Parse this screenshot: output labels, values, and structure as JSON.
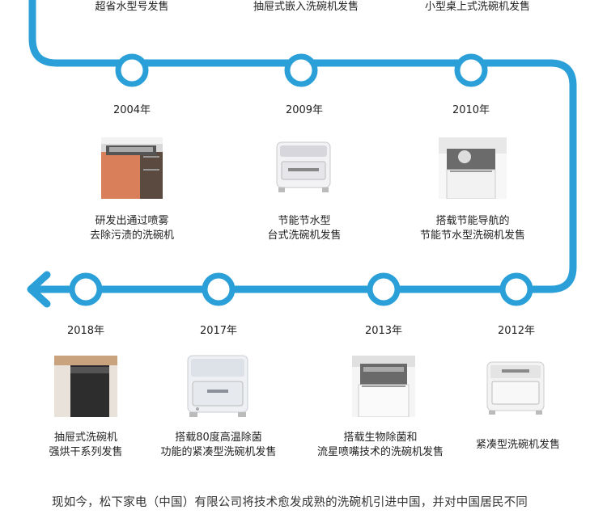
{
  "top_captions": [
    "超省水型号发售",
    "抽屉式嵌入洗碗机发售",
    "小型桌上式洗碗机发售"
  ],
  "row1": [
    {
      "year": "2004年",
      "caption": [
        "研发出通过喷雾",
        "去除污渍的洗碗机"
      ]
    },
    {
      "year": "2009年",
      "caption": [
        "节能节水型",
        "台式洗碗机发售"
      ]
    },
    {
      "year": "2010年",
      "caption": [
        "搭载节能导航的",
        "节能节水型洗碗机发售"
      ]
    }
  ],
  "row2": [
    {
      "year": "2018年",
      "caption": [
        "抽屉式洗碗机",
        "强烘干系列发售"
      ]
    },
    {
      "year": "2017年",
      "caption": [
        "搭载80度高温除菌",
        "功能的紧凑型洗碗机发售"
      ]
    },
    {
      "year": "2013年",
      "caption": [
        "搭载生物除菌和",
        "流星喷嘴技术的洗碗机发售"
      ]
    },
    {
      "year": "2012年",
      "caption": [
        "紧凑型洗碗机发售"
      ]
    }
  ],
  "footer_text": "现如今，松下家电（中国）有限公司将技术愈发成熟的洗碗机引进中国，并对中国居民不同",
  "colors": {
    "line": "#2a9fd8",
    "node_fill": "#ffffff"
  },
  "icons": [
    "arrow-left-icon"
  ]
}
